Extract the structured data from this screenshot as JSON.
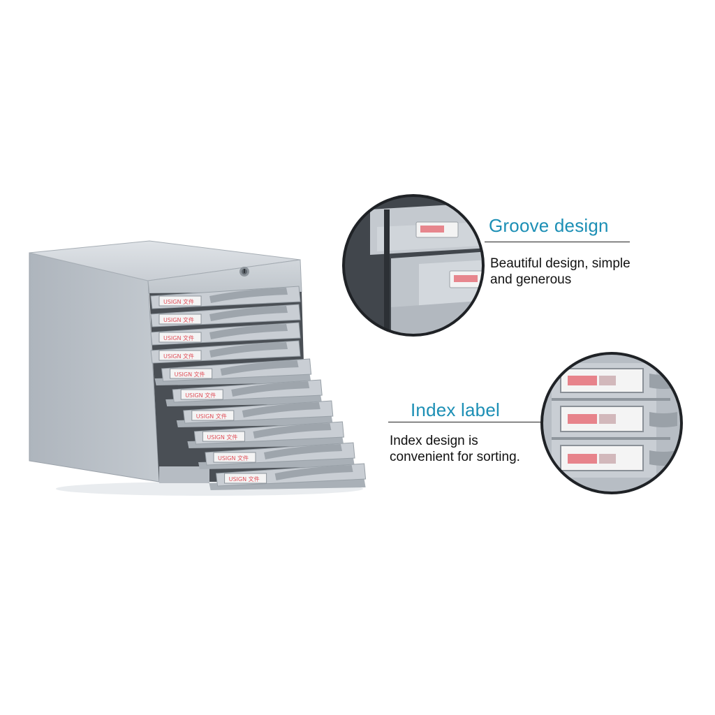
{
  "product": {
    "drawer_count": 10,
    "label_text": "USIGN 文件",
    "colors": {
      "body": "#b9bfc6",
      "body_light": "#d3d8dd",
      "body_dark": "#8d949c",
      "accent_title": "#1c8fb5",
      "label_red": "#e0505a"
    }
  },
  "callouts": [
    {
      "title": "Groove design",
      "description": [
        "Beautiful design, simple",
        "and generous"
      ]
    },
    {
      "title": "Index label",
      "description": [
        "Index design is",
        "convenient for sorting."
      ]
    }
  ]
}
